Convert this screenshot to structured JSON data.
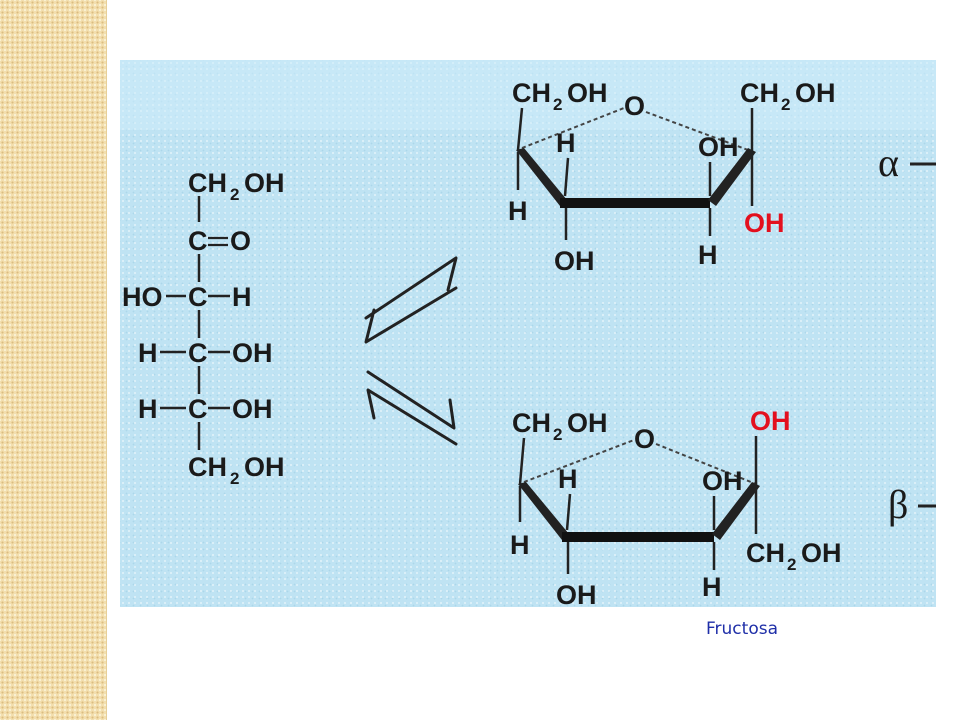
{
  "caption": "Fructosa",
  "colors": {
    "side_band": "#f3dfae",
    "figure_bg": "#bfe3f3",
    "highlight_red": "#e3101e",
    "caption_blue": "#1f2fa8"
  },
  "open_chain": {
    "row1": {
      "ch2": "CH",
      "sub": "2",
      "oh": "OH"
    },
    "row2": {
      "c": "C",
      "o": "O"
    },
    "row3": {
      "ho": "HO",
      "c": "C",
      "h": "H"
    },
    "row4": {
      "h": "H",
      "c": "C",
      "oh": "OH"
    },
    "row5": {
      "h": "H",
      "c": "C",
      "oh": "OH"
    },
    "row6": {
      "ch2": "CH",
      "sub": "2",
      "oh": "OH"
    }
  },
  "alpha_ring": {
    "top_left": {
      "ch2": "CH",
      "sub": "2",
      "oh": "OH"
    },
    "top_right": {
      "ch2": "CH",
      "sub": "2",
      "oh": "OH"
    },
    "ring_o": "O",
    "h_upper": "H",
    "oh_upper": "OH",
    "h_left": "H",
    "oh_anomeric": "OH",
    "oh_bottom": "OH",
    "h_bottom": "H",
    "label": "α"
  },
  "beta_ring": {
    "top_left": {
      "ch2": "CH",
      "sub": "2",
      "oh": "OH"
    },
    "oh_anomeric": "OH",
    "ring_o": "O",
    "h_upper": "H",
    "oh_upper": "OH",
    "h_left": "H",
    "bottom_right": {
      "ch2": "CH",
      "sub": "2",
      "oh": "OH"
    },
    "oh_bottom": "OH",
    "h_bottom": "H",
    "label": "β"
  }
}
